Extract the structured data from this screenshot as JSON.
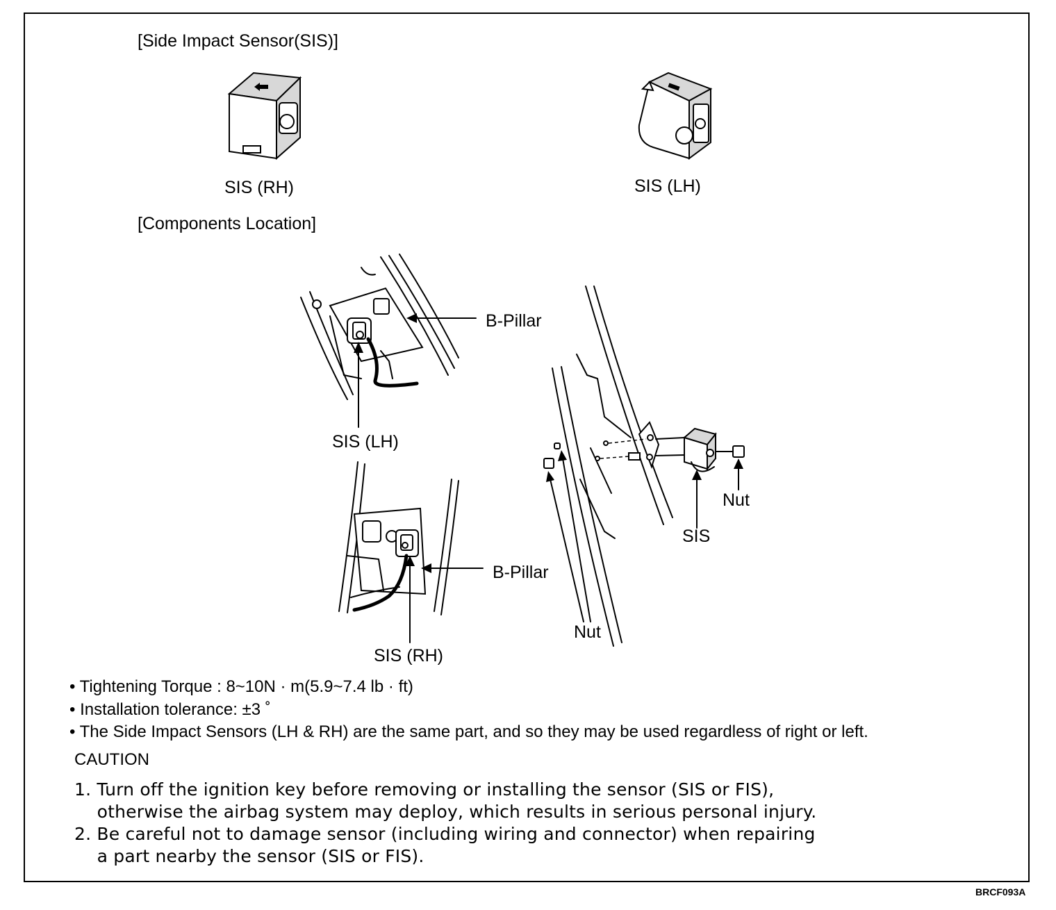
{
  "headings": {
    "sis": "[Side Impact Sensor(SIS)]",
    "components": "[Components Location]"
  },
  "sensor_labels": {
    "rh": "SIS (RH)",
    "lh": "SIS (LH)"
  },
  "diagram_labels": {
    "b_pillar_upper": "B-Pillar",
    "b_pillar_lower": "B-Pillar",
    "sis_lh": "SIS (LH)",
    "sis_rh": "SIS (RH)",
    "sis": "SIS",
    "nut_right": "Nut",
    "nut_left": "Nut"
  },
  "notes": [
    "• Tightening Torque : 8~10N · m(5.9~7.4 lb · ft)",
    "• Installation tolerance: ±3 ˚",
    "• The Side Impact Sensors (LH & RH) are the same part, and so they may be used regardless of right or left."
  ],
  "caution": {
    "title": "CAUTION",
    "items": [
      "1. Turn off the ignition key before removing or installing the sensor (SIS or FIS),",
      "    otherwise the airbag system may deploy, which results in serious personal injury.",
      "2. Be careful not to damage sensor (including wiring and connector) when repairing",
      "    a part nearby the sensor (SIS or FIS)."
    ]
  },
  "figure_code": "BRCF093A"
}
